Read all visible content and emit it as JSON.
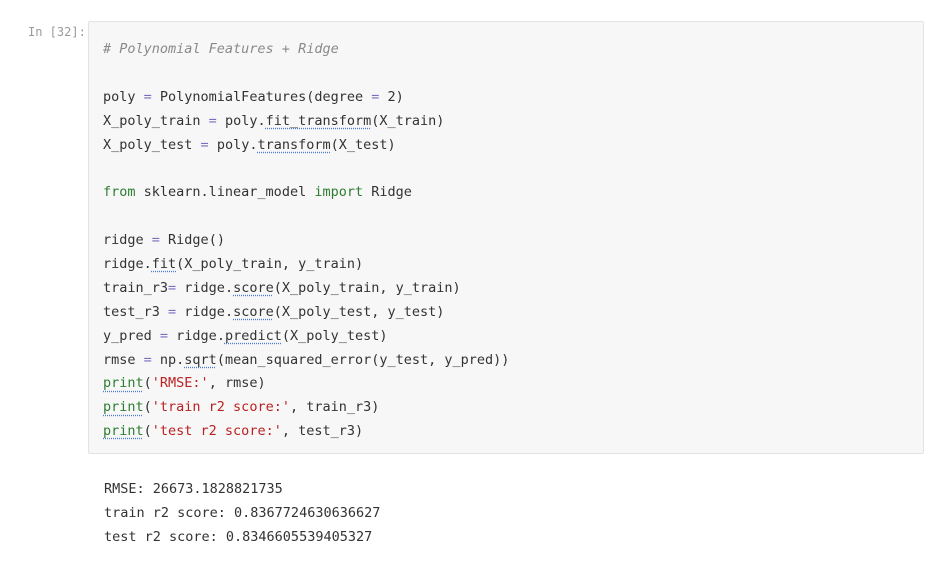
{
  "cell": {
    "prompt": "In [32]:",
    "code": {
      "comment": "# Polynomial Features + Ridge",
      "l_poly_a": "poly ",
      "l_poly_eq": "=",
      "l_poly_b": " PolynomialFeatures(degree ",
      "l_poly_eq2": "=",
      "l_poly_c": " 2)",
      "l_xtr_a": "X_poly_train ",
      "l_xtr_eq": "=",
      "l_xtr_b": " poly.",
      "l_xtr_fn": "fit_transform",
      "l_xtr_c": "(X_train)",
      "l_xte_a": "X_poly_test ",
      "l_xte_eq": "=",
      "l_xte_b": " poly.",
      "l_xte_fn": "transform",
      "l_xte_c": "(X_test)",
      "l_imp_from": "from",
      "l_imp_mod": " sklearn.linear_model ",
      "l_imp_import": "import",
      "l_imp_name": " Ridge",
      "l_ridge_a": "ridge ",
      "l_ridge_eq": "=",
      "l_ridge_b": " Ridge()",
      "l_fit_a": "ridge.",
      "l_fit_fn": "fit",
      "l_fit_c": "(X_poly_train, y_train)",
      "l_tr3_a": "train_r3",
      "l_tr3_eq": "=",
      "l_tr3_b": " ridge.",
      "l_tr3_fn": "score",
      "l_tr3_c": "(X_poly_train, y_train)",
      "l_te3_a": "test_r3 ",
      "l_te3_eq": "=",
      "l_te3_b": " ridge.",
      "l_te3_fn": "score",
      "l_te3_c": "(X_poly_test, y_test)",
      "l_yp_a": "y_pred ",
      "l_yp_eq": "=",
      "l_yp_b": " ridge.",
      "l_yp_fn": "predict",
      "l_yp_c": "(X_poly_test)",
      "l_rmse_a": "rmse ",
      "l_rmse_eq": "=",
      "l_rmse_b": " np.",
      "l_rmse_fn": "sqrt",
      "l_rmse_c": "(mean_squared_error(y_test, y_pred))",
      "l_p1_fn": "print",
      "l_p1_o": "(",
      "l_p1_s": "'RMSE:'",
      "l_p1_c": ", rmse)",
      "l_p2_fn": "print",
      "l_p2_o": "(",
      "l_p2_s": "'train r2 score:'",
      "l_p2_c": ", train_r3)",
      "l_p3_fn": "print",
      "l_p3_o": "(",
      "l_p3_s": "'test r2 score:'",
      "l_p3_c": ", test_r3)"
    },
    "output": [
      "RMSE: 26673.1828821735",
      "train r2 score: 0.8367724630636627",
      "test r2 score: 0.8346605539405327"
    ]
  }
}
